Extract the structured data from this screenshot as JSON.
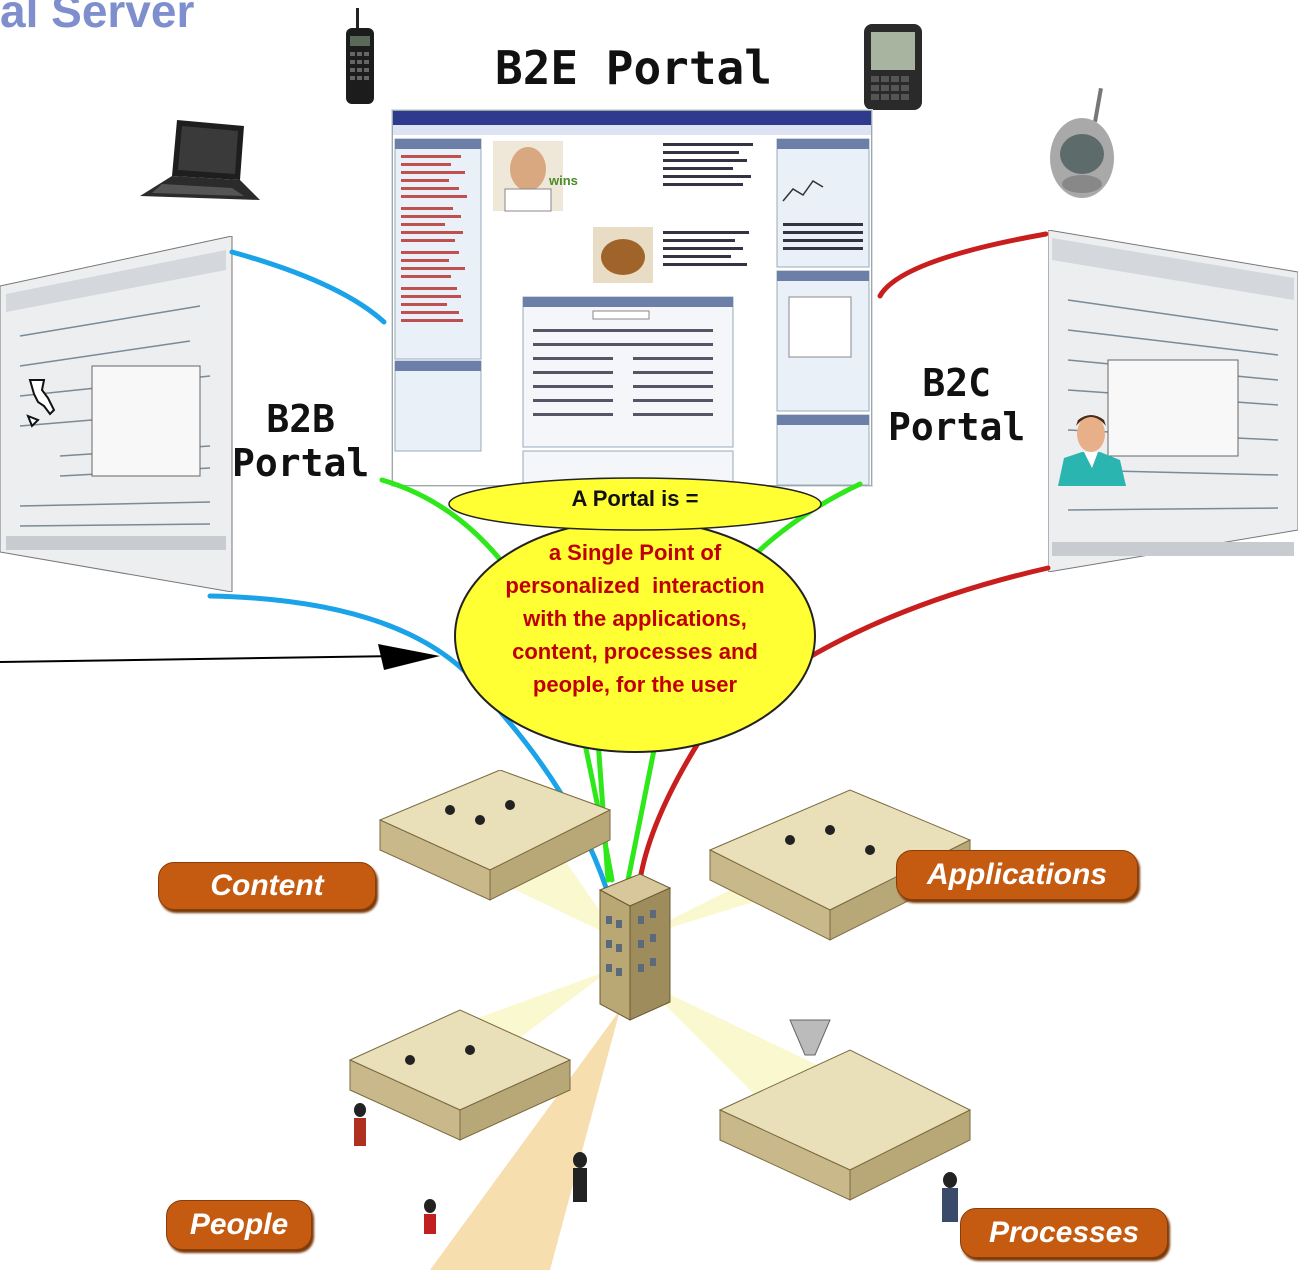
{
  "title": "al Server",
  "portals": {
    "b2e": "B2E Portal",
    "b2b": [
      "B2B",
      "Portal"
    ],
    "b2c": [
      "B2C",
      "Portal"
    ]
  },
  "bubble": {
    "heading": "A Portal is =",
    "lines": [
      "a Single Point of",
      "personalized  interaction",
      "with the applications,",
      "content, processes and",
      "people, for the user"
    ]
  },
  "categories": {
    "content": "Content",
    "applications": "Applications",
    "people": "People",
    "processes": "Processes"
  },
  "colors": {
    "title": "#7f8fce",
    "blue_line": "#1aa3e8",
    "green_line": "#2ee81a",
    "red_line": "#c81e1e",
    "bubble_fill": "#ffff33",
    "bubble_text": "#c00000",
    "pill": "#c55a11"
  },
  "icons": [
    "mobile-phone-icon",
    "pda-icon",
    "laptop-icon",
    "pager-icon",
    "person-icon",
    "map-icon",
    "building-icon"
  ]
}
